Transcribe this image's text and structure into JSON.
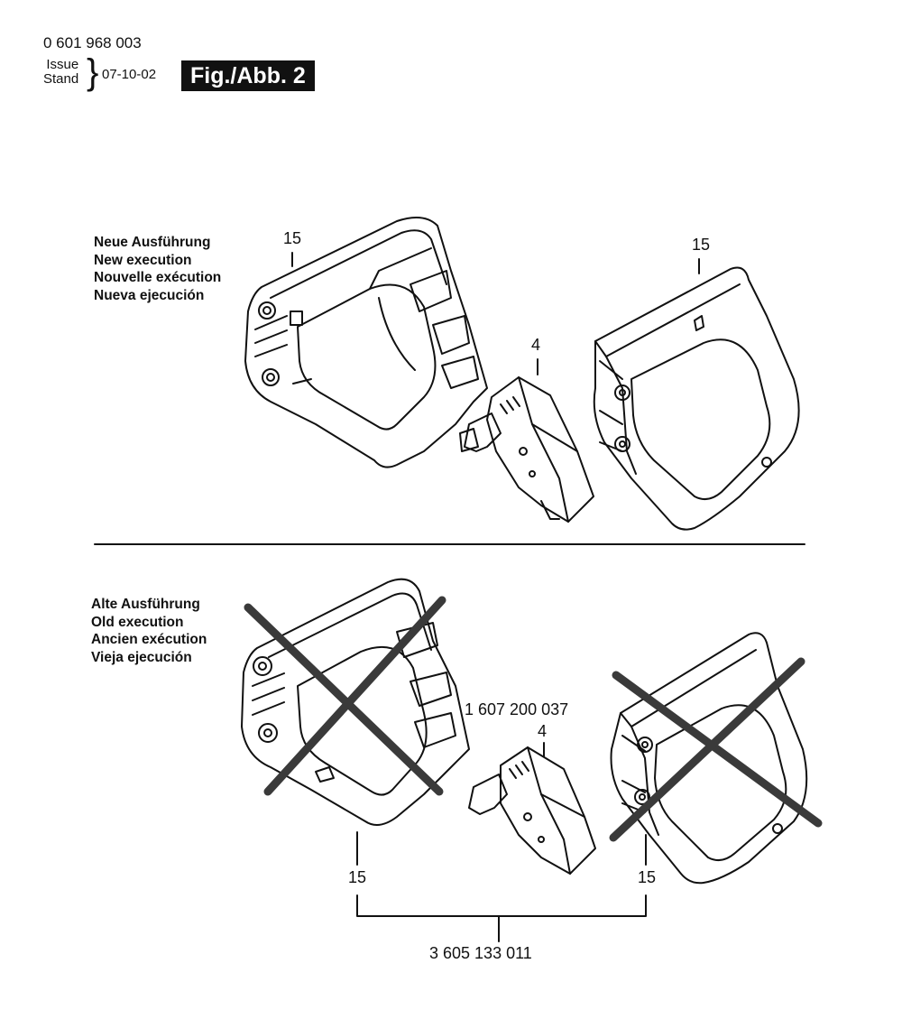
{
  "header": {
    "document_number": "0 601 968 003",
    "issue_label": "Issue",
    "stand_label": "Stand",
    "issue_date": "07-10-02",
    "figure_label": "Fig./Abb. 2"
  },
  "new_execution": {
    "labels": [
      "Neue Ausführung",
      "New execution",
      "Nouvelle exécution",
      "Nueva ejecución"
    ],
    "callouts": {
      "housing_left": "15",
      "housing_right": "15",
      "switch": "4"
    }
  },
  "old_execution": {
    "labels": [
      "Alte Ausführung",
      "Old execution",
      "Ancien exécution",
      "Vieja ejecución"
    ],
    "callouts": {
      "housing_left": "15",
      "housing_right": "15",
      "switch": "4",
      "switch_part_number": "1 607 200 037",
      "housing_set_part_number": "3 605 133 011"
    }
  },
  "colors": {
    "ink": "#111111",
    "cross": "#3a3a3a",
    "background": "#ffffff"
  }
}
